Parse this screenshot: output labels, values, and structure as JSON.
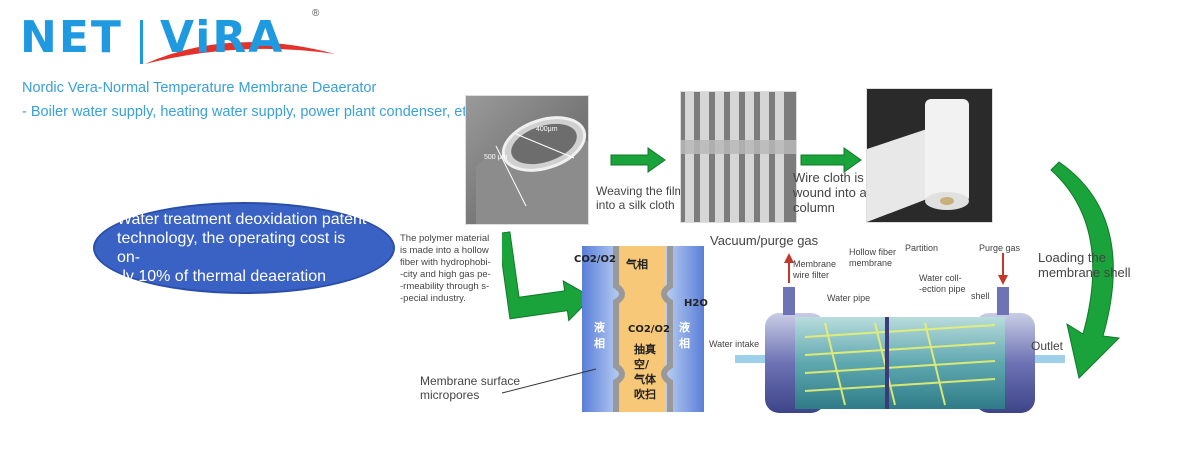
{
  "logo": {
    "left_word": "NET",
    "right_word": "ViRA",
    "registered_mark": "®"
  },
  "header": {
    "subtitle": "Nordic Vera-Normal Temperature Membrane Deaerator",
    "applications": "- Boiler water supply, heating water supply, power plant condenser, etc."
  },
  "photos": {
    "fiber": {
      "dim_top": "400μm",
      "dim_side": "500 μm"
    }
  },
  "captions": {
    "weave": [
      "Weaving the film",
      "into a silk cloth"
    ],
    "wound": [
      "Wire cloth is",
      "wound into a",
      "column"
    ],
    "loading": [
      "Loading the",
      "membrane shell"
    ],
    "vacuum": "Vacuum/purge gas",
    "polymer": [
      "The polymer material",
      "is made into a hollow",
      "fiber with hydrophobi-",
      "-city and high gas pe-",
      "-rmeability through s-",
      "-pecial industry."
    ],
    "micropores": [
      "Membrane surface",
      "micropores"
    ]
  },
  "oval": {
    "text": [
      "Water treatment deoxidation patent",
      "technology, the operating cost is on-",
      "-ly 10% of thermal deaeration"
    ]
  },
  "phase_diagram": {
    "gas_phase": "气相",
    "liquid_left": [
      "液",
      "相"
    ],
    "liquid_right": [
      "液",
      "相"
    ],
    "co2_top": "CO2/O2",
    "co2_mid": "CO2/O2",
    "h2o": "H2O",
    "vacuum_cn": [
      "抽真",
      "空/",
      "气体",
      "吹扫"
    ]
  },
  "module": {
    "membrane_filter": [
      "Membrane",
      "wire filter"
    ],
    "hollow_fiber": [
      "Hollow fiber",
      "membrane"
    ],
    "partition": "Partition",
    "purge_gas": "Purge gas",
    "water_coll": [
      "Water coll-",
      "-ection pipe"
    ],
    "water_pipe": "Water pipe",
    "shell": "shell",
    "water_intake": "Water intake",
    "outlet": "Outlet"
  },
  "colors": {
    "logo_blue": "#1f9ae0",
    "accent_red": "#e4312b",
    "oval_blue": "#3a62c4",
    "arrow_green": "#1aa33a",
    "subtitle_blue": "#3aa0d8"
  }
}
